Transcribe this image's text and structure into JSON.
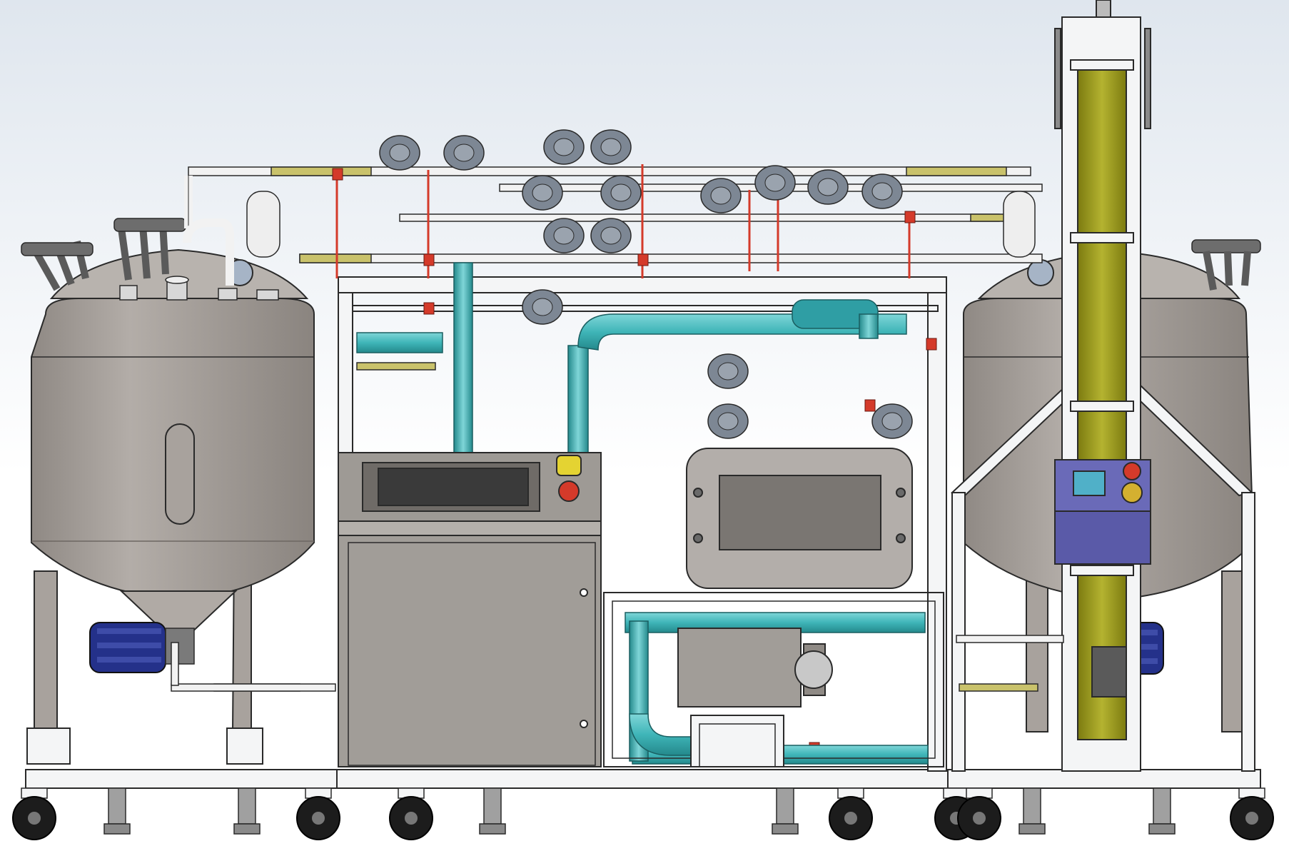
{
  "view": {
    "background_top": "#dfe6ee",
    "background_bottom": "#ffffff"
  },
  "colors": {
    "tank": "#a8a29d",
    "tank_dark": "#7d7772",
    "frame": "#f4f5f6",
    "outline": "#2a2a2a",
    "cyan_pipe": "#3fb5b8",
    "yellow_pipe": "#c9c26b",
    "red_clamp": "#d43a2a",
    "motor": "#24318a",
    "cabinet": "#a19d98",
    "panel_blue": "#6a6ab8",
    "column_olive": "#9b9a1e",
    "valve_grey": "#7d8794"
  },
  "diagram": {
    "title": "",
    "components": [
      {
        "id": "left-tank",
        "icon": "tank-icon"
      },
      {
        "id": "right-tank",
        "icon": "tank-icon"
      },
      {
        "id": "control-cabinet",
        "icon": "cabinet-icon"
      },
      {
        "id": "center-hmi-box",
        "icon": "hmi-icon"
      },
      {
        "id": "lower-skid",
        "icon": "skid-icon"
      },
      {
        "id": "vertical-column",
        "icon": "column-icon"
      },
      {
        "id": "right-control-panel",
        "icon": "panel-icon"
      },
      {
        "id": "left-pump-motor",
        "icon": "motor-icon"
      },
      {
        "id": "right-pump-motor",
        "icon": "motor-icon"
      }
    ]
  }
}
